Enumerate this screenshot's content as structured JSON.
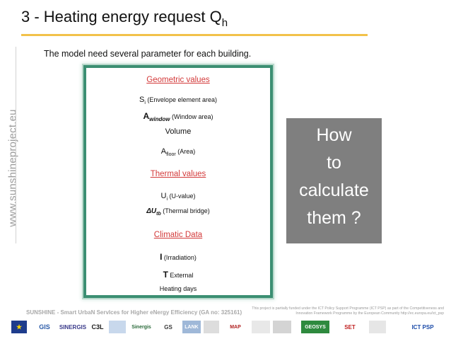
{
  "side_url": "www.sunshineproject.eu",
  "title": {
    "text": "3 - Heating energy request Q",
    "sub": "h"
  },
  "intro": "The model need several parameter for each building.",
  "params": {
    "geometric_head": "Geometric values",
    "si_main": "S",
    "si_sub": "i",
    "si_desc": " (Envelope element area)",
    "awin_main": "A",
    "awin_sub": "window",
    "awin_desc": " (Window area)",
    "volume": "Volume",
    "afloor_main": "A",
    "afloor_sub": "floor",
    "afloor_desc": " (Area)",
    "thermal_head": "Thermal values",
    "ui_main": "U",
    "ui_sub": "i",
    "ui_desc": " (U-value)",
    "dutb_main": "ΔU",
    "dutb_sub": "tb",
    "dutb_desc": " (Thermal bridge)",
    "climatic_head": "Climatic Data",
    "irr_sym": "I",
    "irr_desc": " (Irradiation)",
    "ext_sym": "T",
    "ext_desc": " External",
    "heating_days": "Heating days"
  },
  "question": [
    "How",
    "to",
    "calculate",
    "them ?"
  ],
  "footer": {
    "project": "SUNSHINE - Smart UrbaN ServIces for Higher eNergy Efficiency (GA no: 325161)",
    "note": "This project is partially funded under the ICT Policy Support Programme (ICT PSP) as part of the Competitiveness and Innovation Framework Programme by the European Community http://ec.europa.eu/ict_psp"
  },
  "logos": [
    "GIS",
    "SINERGIS",
    "C3L",
    "",
    "Sinergis",
    "GS",
    "LANK",
    "",
    "MAP",
    "",
    "",
    "GEOSYS",
    "SET",
    "",
    "ICT PSP"
  ],
  "colors": {
    "accent_rule": "#f2c24a",
    "box_border": "#3b8f72",
    "section_red": "#d33a3a",
    "question_bg": "#7f7f7f"
  }
}
